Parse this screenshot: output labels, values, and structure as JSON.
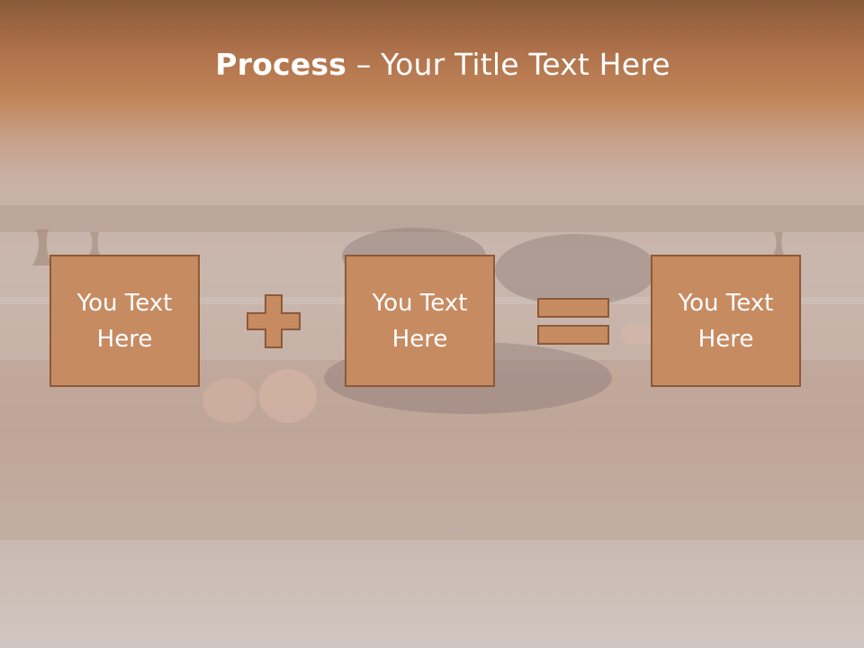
{
  "slide": {
    "title_bold": "Process",
    "title_rest": " – Your Title Text Here",
    "steps": [
      {
        "text": "You Text Here"
      },
      {
        "text": "You Text Here"
      },
      {
        "text": "You Text Here"
      }
    ],
    "operators": {
      "first": "plus-icon",
      "second": "equals-icon"
    }
  },
  "colors": {
    "header_brown": "#b0734c",
    "box_fill": "#c78b62",
    "box_border": "#8b5a3a",
    "text_white": "#ffffff"
  }
}
